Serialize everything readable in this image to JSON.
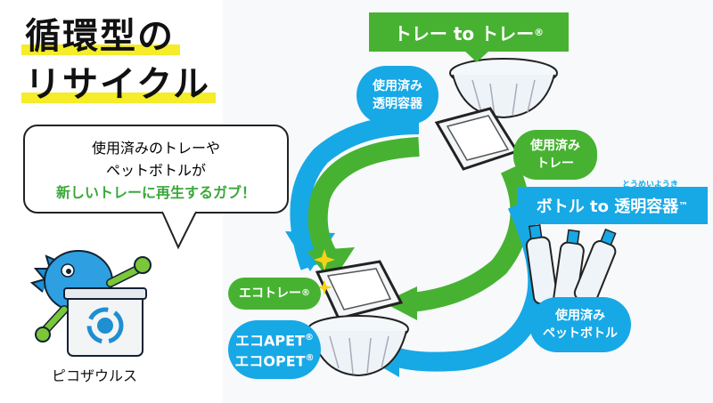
{
  "title": {
    "line1": "循環型の",
    "line2": "リサイクル"
  },
  "bubble": {
    "line1": "使用済みのトレーや",
    "line2": "ペットボトルが",
    "line3": "新しいトレーに再生するガブ！"
  },
  "mascot": {
    "name": "ピコザウルス"
  },
  "labels": {
    "tray_to_tray": "トレー to トレー",
    "tray_to_tray_mark": "®",
    "used_clear_containers": [
      "使用済み",
      "透明容器"
    ],
    "used_trays": [
      "使用済み",
      "トレー"
    ],
    "bottle_to_container": "ボトル to 透明容器",
    "bottle_to_container_mark": "™",
    "bottle_to_container_ruby": "とうめいようき",
    "used_pet_bottles": [
      "使用済み",
      "ペットボトル"
    ],
    "eco_tray": "エコトレー",
    "eco_tray_mark": "®",
    "eco_apet": "エコAPET",
    "eco_opet": "エコOPET",
    "reg_mark": "®"
  },
  "colors": {
    "blue": "#17a8e6",
    "green": "#47b232",
    "title_highlight": "#f5ec2a"
  }
}
